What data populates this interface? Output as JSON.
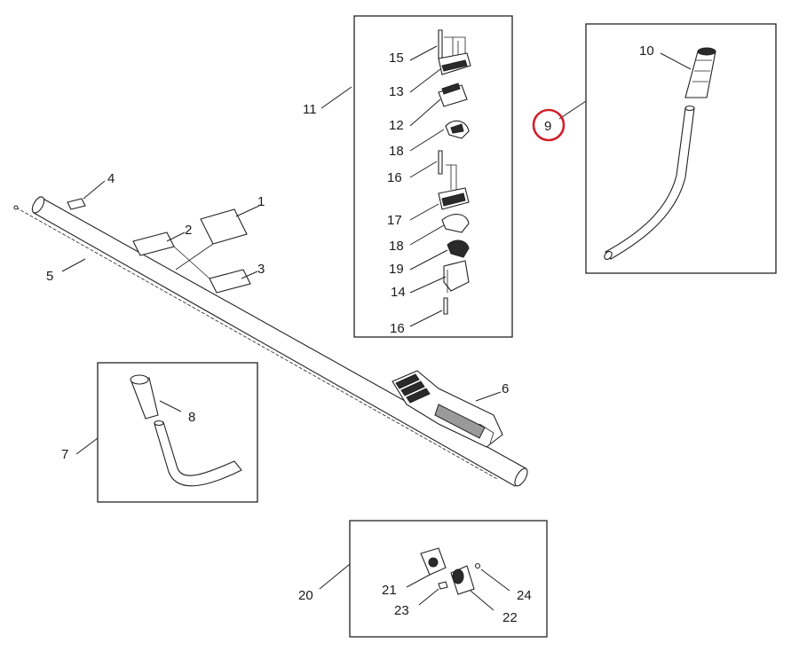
{
  "diagram": {
    "highlight_color": "#d0202a",
    "highlighted_callout": "9",
    "callouts": [
      {
        "id": "c1",
        "label": "1"
      },
      {
        "id": "c2",
        "label": "2"
      },
      {
        "id": "c3",
        "label": "3"
      },
      {
        "id": "c4",
        "label": "4"
      },
      {
        "id": "c5",
        "label": "5"
      },
      {
        "id": "c6",
        "label": "6"
      },
      {
        "id": "c7",
        "label": "7"
      },
      {
        "id": "c8",
        "label": "8"
      },
      {
        "id": "c9",
        "label": "9"
      },
      {
        "id": "c10",
        "label": "10"
      },
      {
        "id": "c11",
        "label": "11"
      },
      {
        "id": "c12",
        "label": "12"
      },
      {
        "id": "c13",
        "label": "13"
      },
      {
        "id": "c14",
        "label": "14"
      },
      {
        "id": "c15",
        "label": "15"
      },
      {
        "id": "c16a",
        "label": "16"
      },
      {
        "id": "c16b",
        "label": "16"
      },
      {
        "id": "c17",
        "label": "17"
      },
      {
        "id": "c18a",
        "label": "18"
      },
      {
        "id": "c18b",
        "label": "18"
      },
      {
        "id": "c19",
        "label": "19"
      },
      {
        "id": "c20",
        "label": "20"
      },
      {
        "id": "c21",
        "label": "21"
      },
      {
        "id": "c22",
        "label": "22"
      },
      {
        "id": "c23",
        "label": "23"
      },
      {
        "id": "c24",
        "label": "24"
      }
    ]
  }
}
